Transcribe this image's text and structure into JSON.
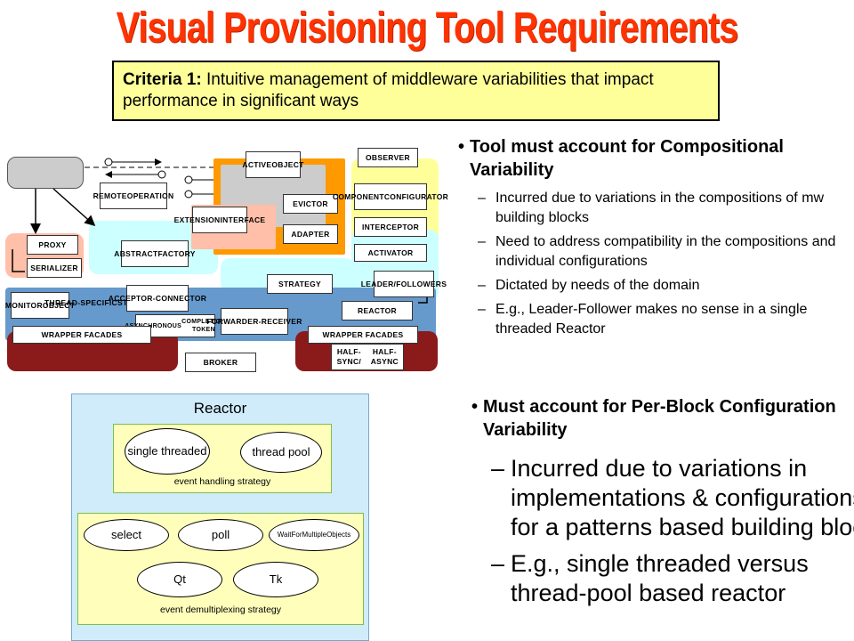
{
  "slide": {
    "title": "Visual Provisioning Tool Requirements",
    "criteria": {
      "label": "Criteria 1:",
      "text": "Intuitive management of middleware variabilities that impact performance in significant ways"
    }
  },
  "architecture": {
    "blocks": {
      "active_object": [
        "ACTIVE",
        "OBJECT"
      ],
      "remote_operation": [
        "REMOTE",
        "OPERATION"
      ],
      "extension_interface": [
        "EXTENSION",
        "INTERFACE"
      ],
      "evictor": [
        "EVICTOR"
      ],
      "adapter": [
        "ADAPTER"
      ],
      "observer": [
        "OBSERVER"
      ],
      "component_configurator": [
        "COMPONENT",
        "CONFIGURATOR"
      ],
      "interceptor": [
        "INTERCEPTOR"
      ],
      "activator": [
        "ACTIVATOR"
      ],
      "proxy": [
        "PROXY"
      ],
      "serializer": [
        "SERIALIZER"
      ],
      "abstract_factory": [
        "ABSTRACT",
        "FACTORY"
      ],
      "strategy": [
        "STRATEGY"
      ],
      "leader_followers": [
        "LEADER/",
        "FOLLOWERS"
      ],
      "monitor_object": [
        "MONITOR",
        "OBJECT"
      ],
      "thread_specific_storage": [
        "THREAD-",
        "SPECIFIC",
        "STORAGE"
      ],
      "acceptor_connector": [
        "ACCEPTOR-",
        "CONNECTOR"
      ],
      "asynchronous_completion_token": [
        "ASYNCHRONOUS",
        "COMPLETION TOKEN"
      ],
      "forwarder_receiver": [
        "FORWARDER-",
        "RECEIVER"
      ],
      "reactor": [
        "REACTOR"
      ],
      "wrapper_facades_left": [
        "WRAPPER FACADES"
      ],
      "wrapper_facades_right": [
        "WRAPPER FACADES"
      ],
      "broker": [
        "BROKER"
      ],
      "half_sync_half_async": [
        "HALF-SYNC/",
        "HALF-ASYNC"
      ]
    }
  },
  "compositional": {
    "heading": "Tool must account for Compositional Variability",
    "items": [
      "Incurred due to variations in the compositions of mw building blocks",
      "Need to address compatibility in the compositions and individual configurations",
      "Dictated by needs of the domain",
      "E.g., Leader-Follower makes no sense in a single threaded Reactor"
    ]
  },
  "reactor_diagram": {
    "title": "Reactor",
    "event_handling": {
      "label": "event handling strategy",
      "options": [
        "single threaded",
        "thread pool"
      ]
    },
    "event_demux": {
      "label": "event demultiplexing strategy",
      "options": [
        "select",
        "poll",
        "WaitForMultipleObjects",
        "Qt",
        "Tk"
      ]
    }
  },
  "per_block": {
    "heading": "Must account for Per-Block Configuration Variability",
    "items": [
      "Incurred due to variations in implementations & configurations for a patterns based building block",
      "E.g., single threaded versus thread-pool based reactor"
    ]
  },
  "colors": {
    "title": "#ff3300",
    "criteria_bg": "#ffff99",
    "reactor_bg": "#d0ecfb",
    "strategy_bg": "#ffffbb",
    "strategy_border": "#7fbf4d",
    "region_yellow": "#ffff99",
    "region_orange": "#ff9900",
    "region_cyan": "#ccffff",
    "region_blue": "#6699cc",
    "region_maroon": "#8b1a1a",
    "region_salmon": "#ffbfa8",
    "region_gray": "#cccccc"
  }
}
